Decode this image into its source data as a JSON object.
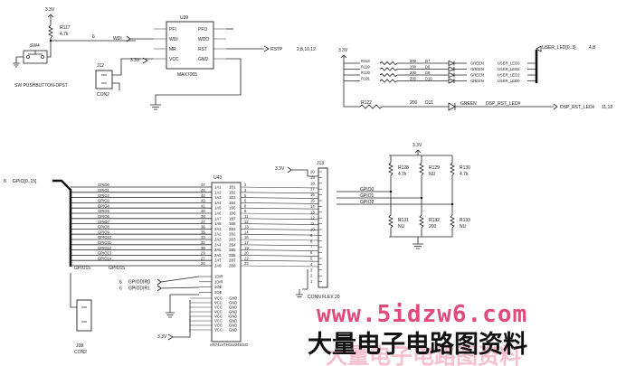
{
  "power": {
    "v33": "3.3V"
  },
  "reset": {
    "r117": "R117",
    "r117_val": "4.7k",
    "net6": "6",
    "sw_ref": "SW4",
    "sw_name": "SW PUSHBUTTON-DPST",
    "j12": "J12",
    "j12_name": "CON2",
    "wdi_net": "WDI",
    "u_ref": "U39",
    "u_part": "MAX7065",
    "pins_left": [
      "PFI",
      "WDI",
      "MR",
      "VCC"
    ],
    "pins_right": [
      "PFO",
      "WDO",
      "RST",
      "GND"
    ],
    "rstp": "RSTP",
    "rstp_pages": "2,8,10,12"
  },
  "leds": {
    "top_v": "3.3V",
    "rows": [
      {
        "r": "R118",
        "val": "200",
        "d": "D7",
        "color": "GREEN",
        "net": "USER_LED3"
      },
      {
        "r": "R119",
        "val": "200",
        "d": "D8",
        "color": "GREEN",
        "net": "USER_LED2"
      },
      {
        "r": "R120",
        "val": "200",
        "d": "D9",
        "color": "GREEN",
        "net": "USER_LED1"
      },
      {
        "r": "R121",
        "val": "200",
        "d": "D10",
        "color": "GREEN",
        "net": "USER_LED0"
      }
    ],
    "bus_label": "USER_LED[0..3]",
    "bus_pages": "4,8",
    "dsp": {
      "r": "R122",
      "val": "200",
      "d": "D11",
      "color": "GREEN",
      "net": "DSP_RST_LED#",
      "port": "DSP_RST_LED#",
      "pages": "11,12"
    }
  },
  "gpio": {
    "bus_in": "GPIO[0..15]",
    "bus_num": "8",
    "gpio_lines": [
      "GPIO0",
      "GPIO1",
      "GPIO2",
      "GPIO3",
      "GPIO4",
      "GPIO5",
      "GPIO6",
      "GPIO7",
      "GPIO8",
      "GPIO9",
      "GPIO10",
      "GPIO11",
      "GPIO12",
      "GPIO13",
      "GPIO14",
      "GPIO15"
    ],
    "gpio15_alt": "GPIO15",
    "u_ref": "U43",
    "u_part": "SN74LVTH162245/SO",
    "a_pins": [
      "1A1",
      "1A2",
      "1A3",
      "1A4",
      "1A5",
      "1A6",
      "1A7",
      "1A8",
      "2A1",
      "2A2",
      "2A3",
      "2A4",
      "2A5",
      "2A6",
      "2A7",
      "2A8"
    ],
    "b_pins": [
      "1B1",
      "1B2",
      "1B3",
      "1B4",
      "1B5",
      "1B6",
      "1B7",
      "1B8",
      "2B1",
      "2B2",
      "2B3",
      "2B4",
      "2B5",
      "2B6",
      "2B7",
      "2B8"
    ],
    "a_nums": [
      "47",
      "46",
      "44",
      "43",
      "41",
      "40",
      "38",
      "37",
      "36",
      "35",
      "33",
      "32",
      "30",
      "29",
      "27",
      "26"
    ],
    "b_nums": [
      "2",
      "3",
      "5",
      "6",
      "8",
      "9",
      "11",
      "12",
      "13",
      "14",
      "16",
      "17",
      "19",
      "20",
      "22",
      "23"
    ],
    "dir_pins": [
      "1DIR",
      "2DIR",
      "1OE",
      "2OE"
    ],
    "dir_nets": [
      "GPIODIR0",
      "GPIODIR1"
    ],
    "dir_num": "6",
    "gnd_pins": [
      "GND",
      "GND",
      "GND",
      "GND",
      "GND",
      "GND",
      "GND",
      "GND"
    ],
    "vcc_pins": [
      "VCC",
      "VCC",
      "VCC",
      "VCC"
    ],
    "vcc_net": "3.3V",
    "conn_ref": "J13",
    "conn_name": "CONN FLEX 20",
    "conn_nums": [
      "20",
      "19",
      "18",
      "17",
      "16",
      "15",
      "14",
      "13",
      "12",
      "11",
      "10",
      "9",
      "8",
      "7",
      "6",
      "5",
      "4",
      "3",
      "2",
      "1"
    ],
    "j28": "J28",
    "j28_name": "CON2"
  },
  "pulls": {
    "v33": "3.3V",
    "nets": [
      "GPIO0",
      "GPIO1",
      "GPIO2"
    ],
    "top": [
      {
        "r": "R128",
        "val": "4.7k"
      },
      {
        "r": "R129",
        "val": "NU"
      },
      {
        "r": "R130",
        "val": "4.7k"
      }
    ],
    "bottom": [
      {
        "r": "R131",
        "val": "NU"
      },
      {
        "r": "R132",
        "val": "200"
      },
      {
        "r": "R133",
        "val": "NU"
      }
    ]
  },
  "watermark": {
    "url": "www.5idzw6.com",
    "cn": "大量电子电路图资料"
  }
}
